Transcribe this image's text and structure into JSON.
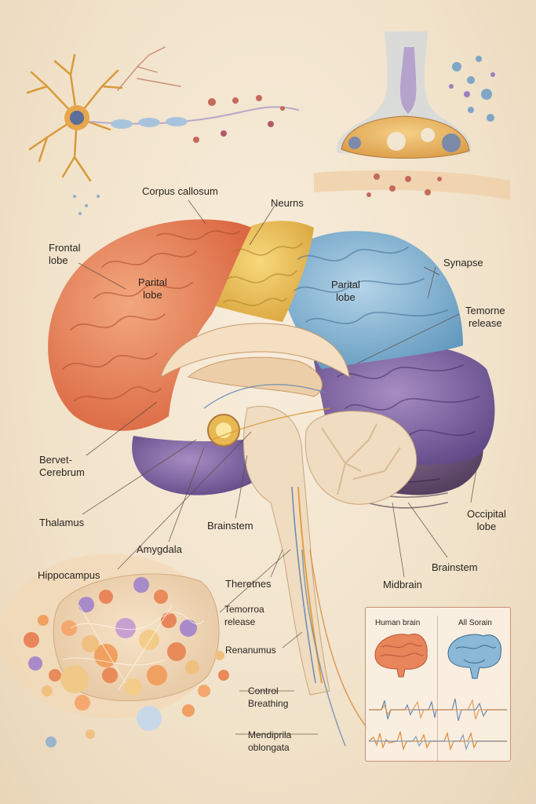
{
  "labels": {
    "corpus_callosum": "Corpus callosum",
    "neurns": "Neurns",
    "frontal_lobe": [
      "Frontal",
      "lobe"
    ],
    "parital_lobe_left": [
      "Parital",
      "lobe"
    ],
    "parital_lobe_right": [
      "Parital",
      "lobe"
    ],
    "synapse": "Synapse",
    "temorne_release_top": [
      "Temorne",
      "release"
    ],
    "bervet_cerebrum": [
      "Bervet-",
      "Cerebrum"
    ],
    "thalamus": "Thalamus",
    "brainstem_center": "Brainstem",
    "amygdala": "Amygdala",
    "occipital_lobe": [
      "Occipital",
      "lobe"
    ],
    "brainstem_right": "Brainstem",
    "hippocampus": "Hippocampus",
    "theretnes": "Theretnes",
    "midbrain": "Midbrain",
    "temorroa_release": [
      "Temorroa",
      "release"
    ],
    "renanumus": "Renanumus",
    "control_breathing": [
      "Control",
      "Breathing"
    ],
    "mendiprila_oblongata": [
      "Mendiprila",
      "oblongata"
    ]
  },
  "inset": {
    "left_title": "Human brain",
    "right_title": "All Sorain"
  },
  "colors": {
    "frontal": "#e8805a",
    "parietal_yellow": "#eec45a",
    "parietal_blue": "#8ab8d6",
    "temporal_purple": "#8a6aa6",
    "cerebellum": "#6e5578",
    "cerebellum_tree": "#f0dcc0",
    "background": "#f3e6d2"
  }
}
